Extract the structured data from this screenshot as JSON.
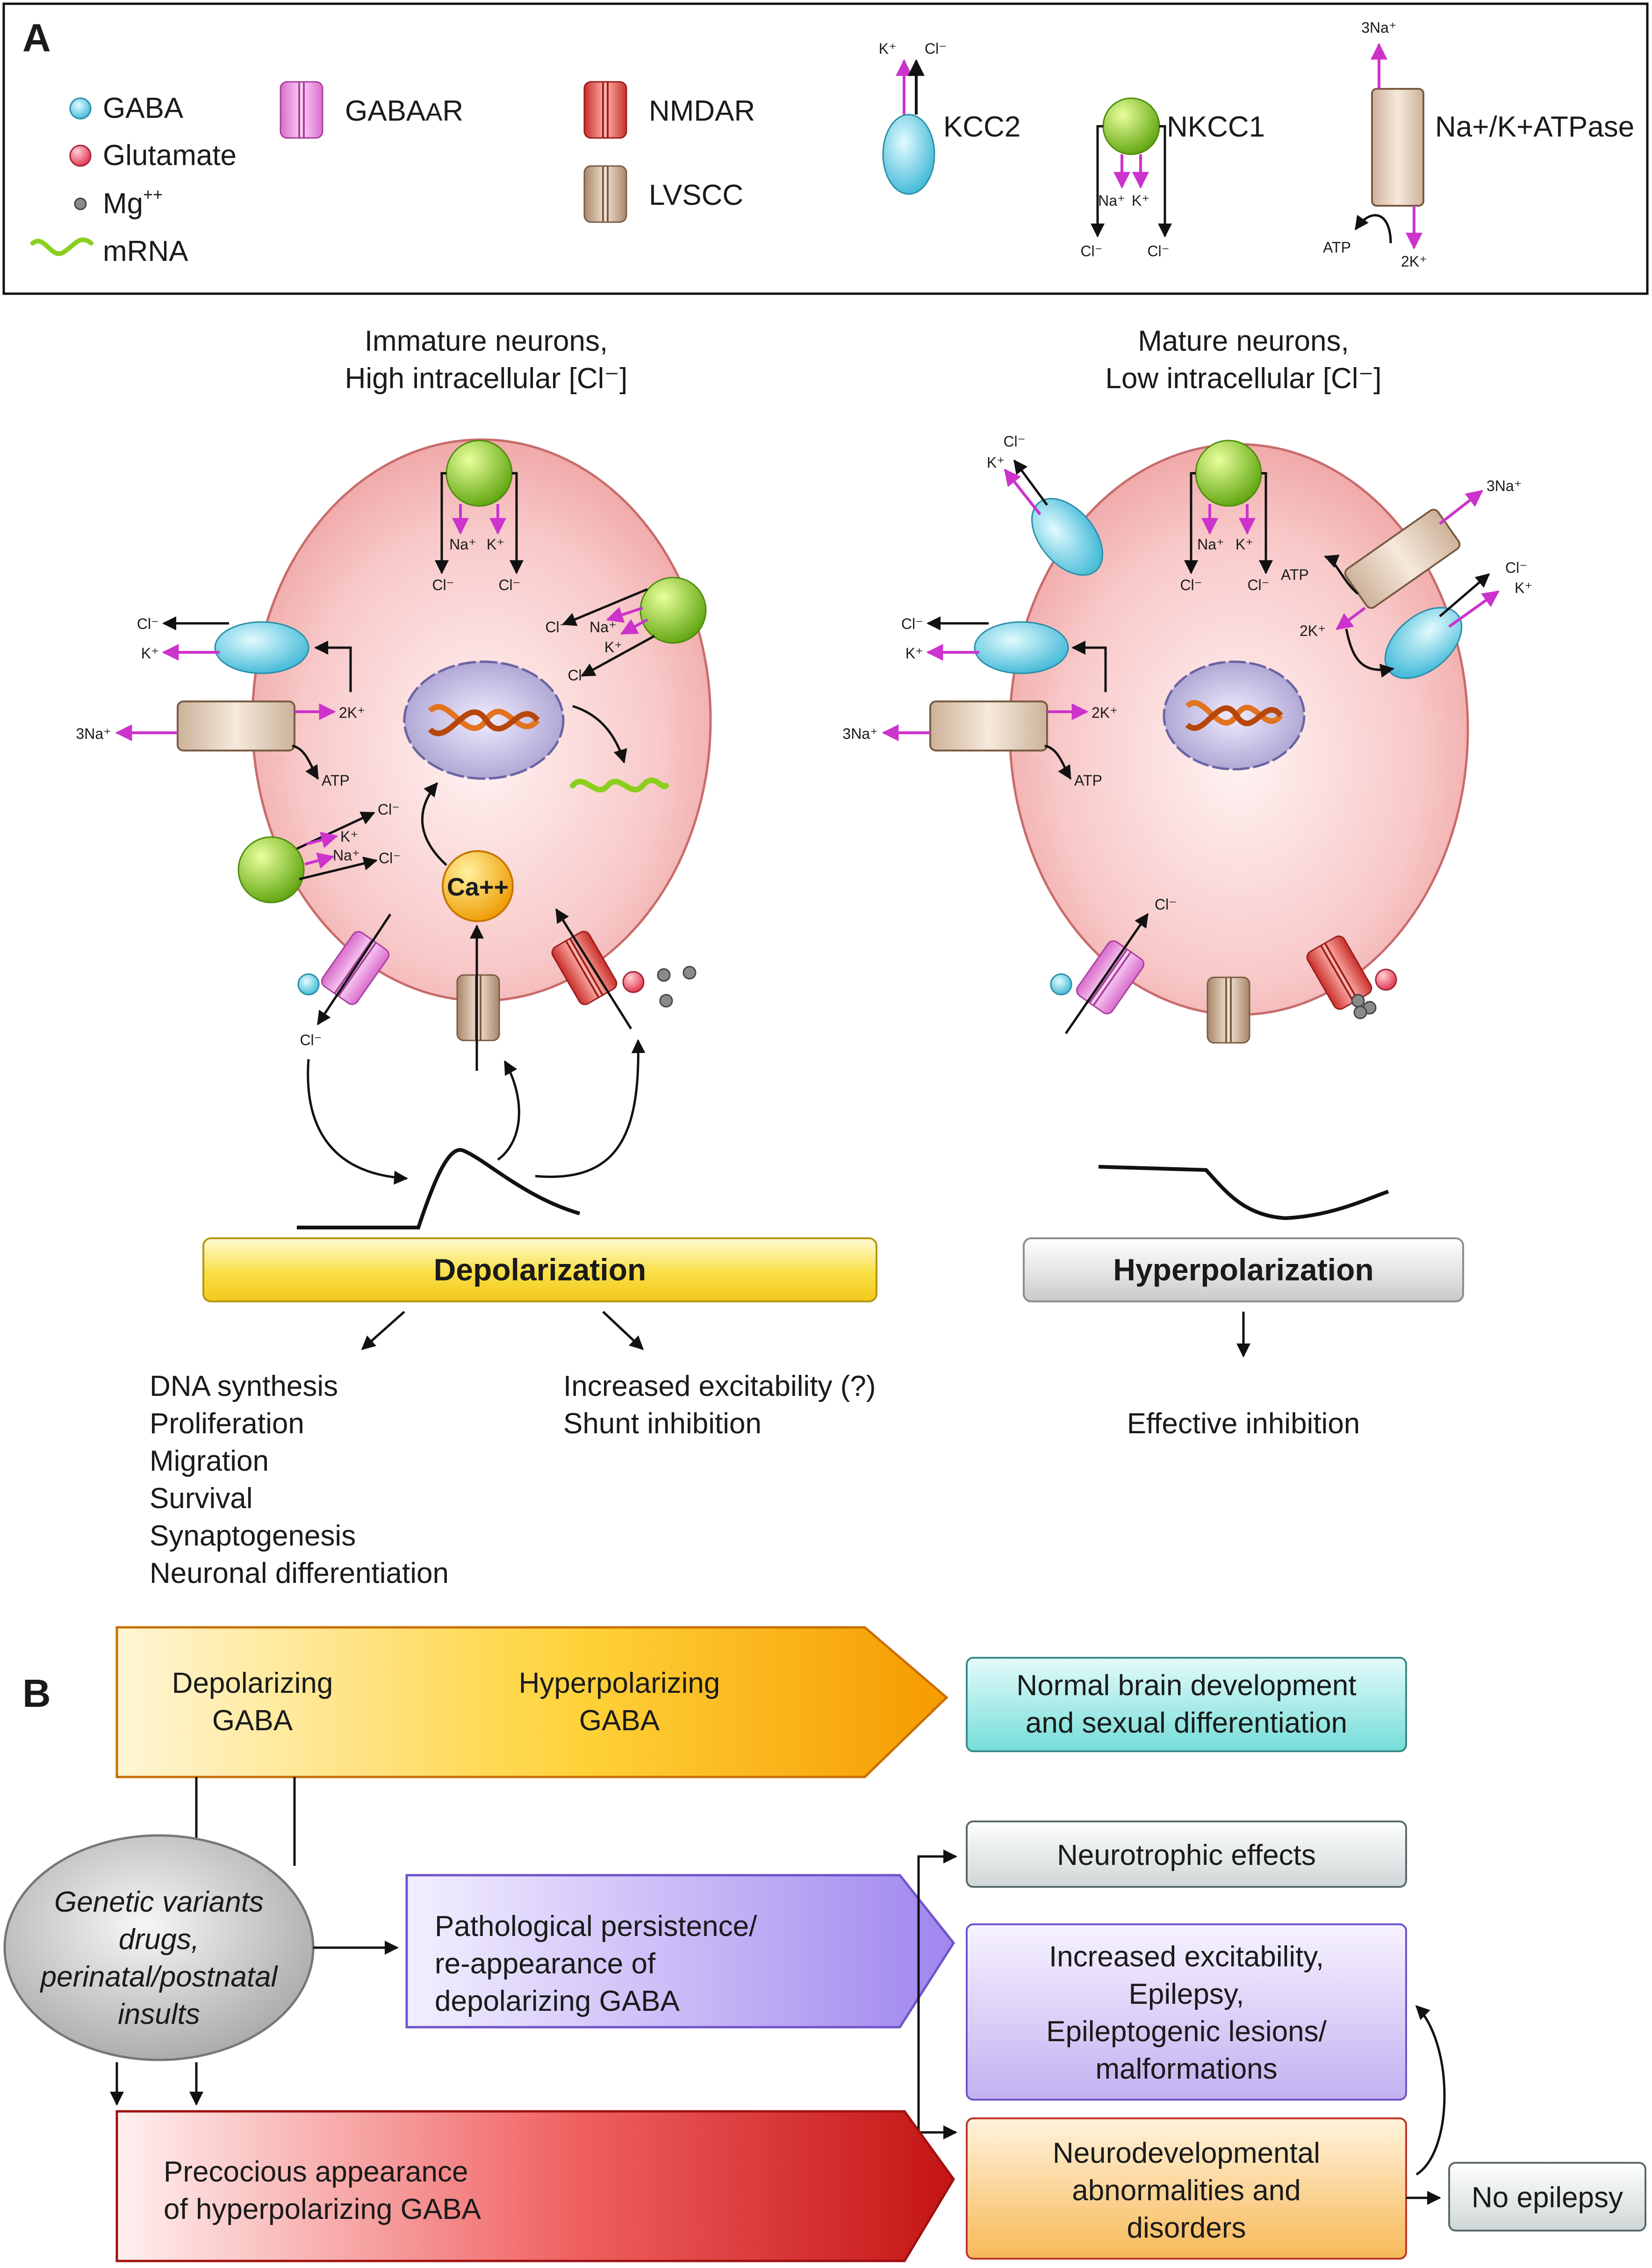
{
  "panel_a_label": "A",
  "panel_b_label": "B",
  "legend": {
    "gaba": "GABA",
    "glutamate": "Glutamate",
    "mg": "Mg",
    "mg_sup": "++",
    "mrna": "mRNA",
    "gabaar": "GABAAR",
    "gabaar_main": "GABA",
    "gabaar_sub": "A",
    "gabaar_tail": "R",
    "nmdar": "NMDAR",
    "lvscc": "LVSCC",
    "kcc2": "KCC2",
    "nkcc1": "NKCC1",
    "atpase": "Na+/K+ATPase",
    "ions": {
      "k": "K⁺",
      "cl": "Cl⁻",
      "na": "Na⁺",
      "three_na": "3Na⁺",
      "two_k": "2K⁺",
      "atp": "ATP"
    }
  },
  "immature": {
    "title_line1": "Immature neurons,",
    "title_line2": "High intracellular [Cl⁻]",
    "ca_label": "Ca++",
    "state": "Depolarization",
    "effects_left": [
      "DNA synthesis",
      "Proliferation",
      "Migration",
      "Survival",
      "Synaptogenesis",
      "Neuronal differentiation"
    ],
    "effects_right": [
      "Increased excitability (?)",
      "Shunt inhibition"
    ]
  },
  "mature": {
    "title_line1": "Mature neurons,",
    "title_line2": "Low intracellular [Cl⁻]",
    "state": "Hyperpolarization",
    "effect": "Effective inhibition"
  },
  "panel_b": {
    "top_arrow": {
      "depol_line1": "Depolarizing",
      "depol_line2": "GABA",
      "hyper_line1": "Hyperpolarizing",
      "hyper_line2": "GABA"
    },
    "normal_box": {
      "line1": "Normal brain development",
      "line2": "and sexual differentiation"
    },
    "cause_ellipse": [
      "Genetic variants",
      "drugs,",
      "perinatal/postnatal",
      "insults"
    ],
    "pathological_arrow": [
      "Pathological persistence/",
      "re-appearance of",
      "depolarizing GABA"
    ],
    "neurotrophic_box": "Neurotrophic effects",
    "excitability_box": [
      "Increased excitability,",
      "Epilepsy,",
      "Epileptogenic lesions/",
      "malformations"
    ],
    "precocious_arrow": [
      "Precocious appearance",
      "of hyperpolarizing GABA"
    ],
    "neurodev_box": [
      "Neurodevelopmental",
      "abnormalities and",
      "disorders"
    ],
    "no_epilepsy_box": "No epilepsy"
  },
  "colors": {
    "cell_fill": "#f4b3b3",
    "kcc2": "#6fd3ea",
    "nkcc1": "#8ecf1e",
    "gabaar": "#e58ad9",
    "nmdar": "#d9473f",
    "lvscc": "#b89a82",
    "atpase": "#e6cdb6",
    "ion_arrow": "#cc33cc",
    "depol_bar": "#f7da3c",
    "hyper_bar": "#dedede"
  }
}
